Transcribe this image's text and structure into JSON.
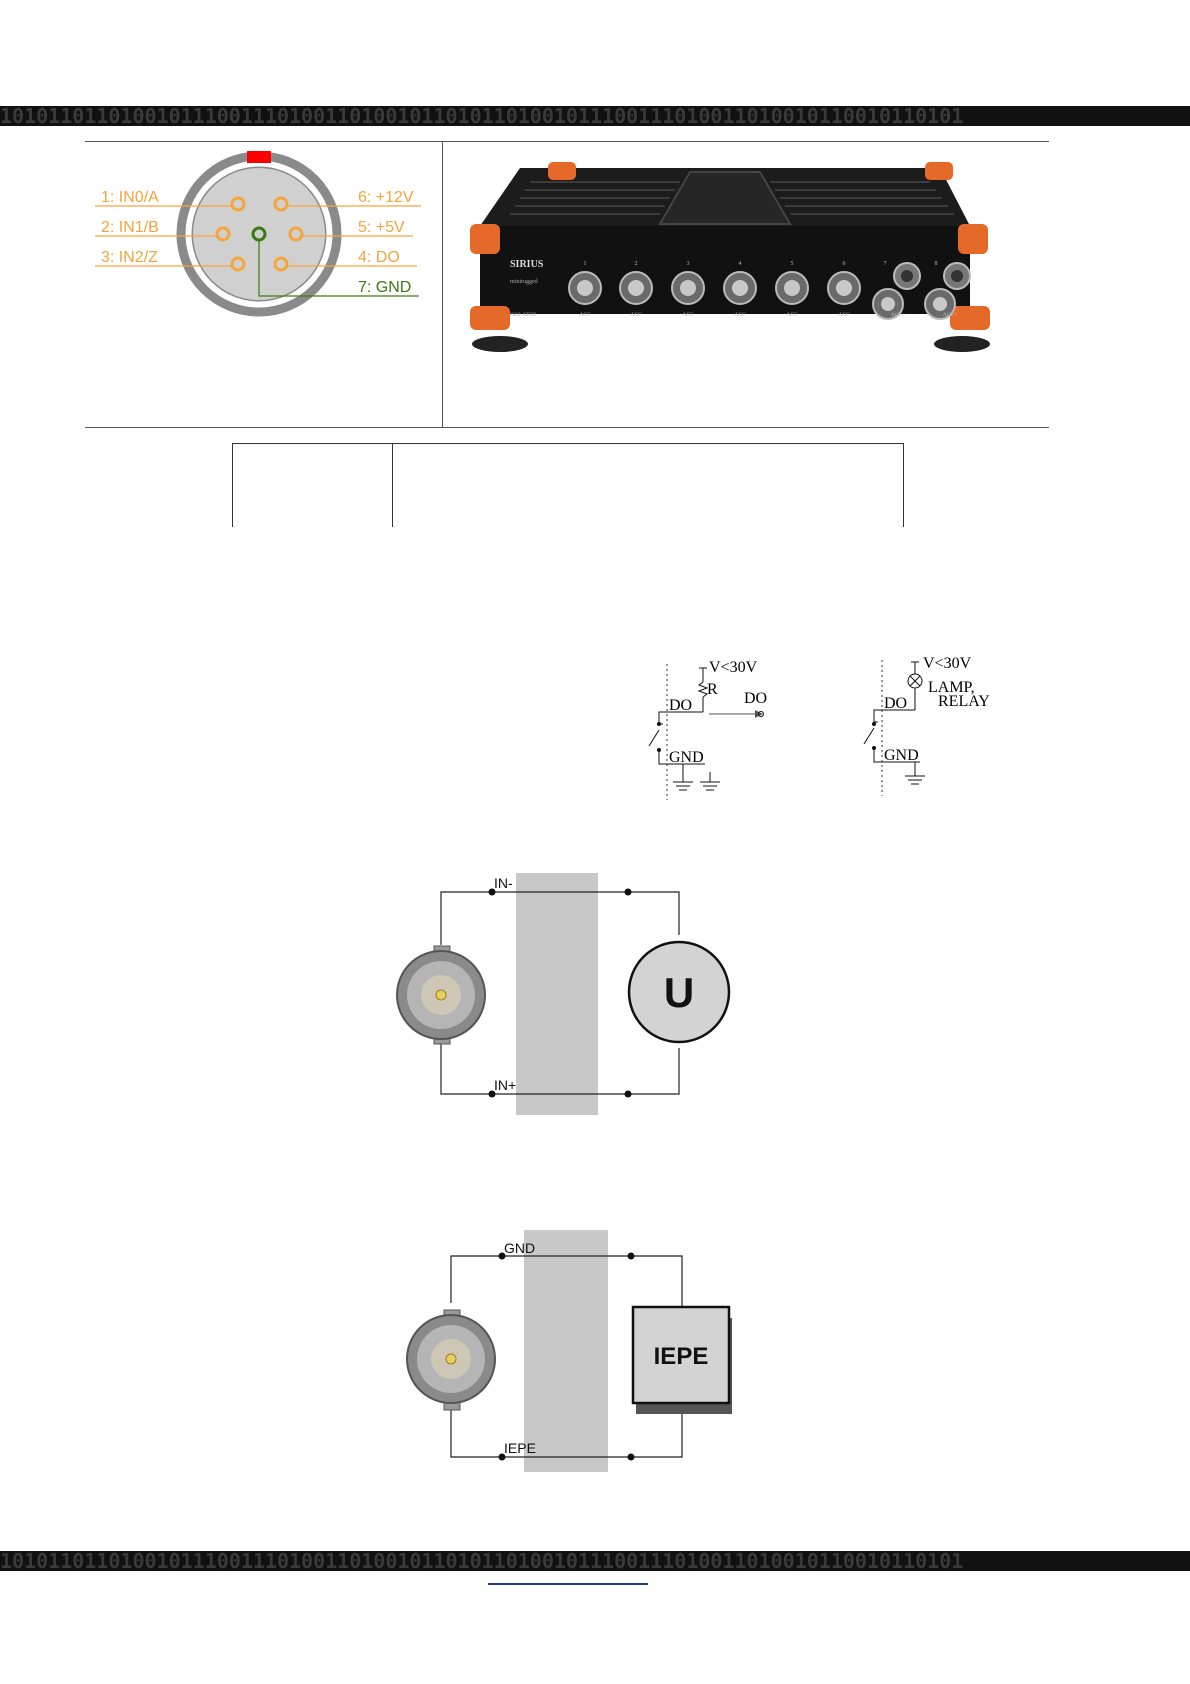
{
  "header_band": {
    "text": "10101101101001011100111010011010010110101101001011100111010011010010110010110101"
  },
  "footer_band": {
    "text": "10101101101001011100111010011010010110101101001011100111010011010010110010110101"
  },
  "pinout": {
    "pins": [
      {
        "label": "1: IN0/A",
        "color": "#f5a53a"
      },
      {
        "label": "2: IN1/B",
        "color": "#f5a53a"
      },
      {
        "label": "3: IN2/Z",
        "color": "#f5a53a"
      },
      {
        "label": "6: +12V",
        "color": "#f5a53a"
      },
      {
        "label": "5: +5V",
        "color": "#f5a53a"
      },
      {
        "label": "4: DO",
        "color": "#f5a53a"
      },
      {
        "label": "7: GND",
        "color": "#3a7a10"
      }
    ],
    "key_color": "#ff0000"
  },
  "device": {
    "brand": "SIRIUS",
    "sub_brand": "minirugged",
    "isolated_label": "ISOLATED",
    "channels": [
      {
        "num": "1",
        "type": "ACC"
      },
      {
        "num": "2",
        "type": "ACC"
      },
      {
        "num": "3",
        "type": "ACC"
      },
      {
        "num": "4",
        "type": "ACC"
      },
      {
        "num": "5",
        "type": "ACC"
      },
      {
        "num": "6",
        "type": "ACC"
      },
      {
        "num": "7",
        "type": "ACC+"
      },
      {
        "num": "8",
        "type": "ACC+"
      }
    ],
    "accent_color": "#e56a2a"
  },
  "do_circuit_1": {
    "supply": "V<30V",
    "resistor": "R",
    "do_pin": "DO",
    "do_out": "DO",
    "gnd": "GND"
  },
  "do_circuit_2": {
    "supply": "V<30V",
    "lamp1": "LAMP,",
    "lamp2": "RELAY",
    "do_pin": "DO",
    "gnd": "GND"
  },
  "voltage_diagram": {
    "top_label": "IN-",
    "bottom_label": "IN+",
    "source_label": "U"
  },
  "iepe_diagram": {
    "top_label": "GND",
    "bottom_label": "IEPE",
    "sensor_label": "IEPE"
  }
}
